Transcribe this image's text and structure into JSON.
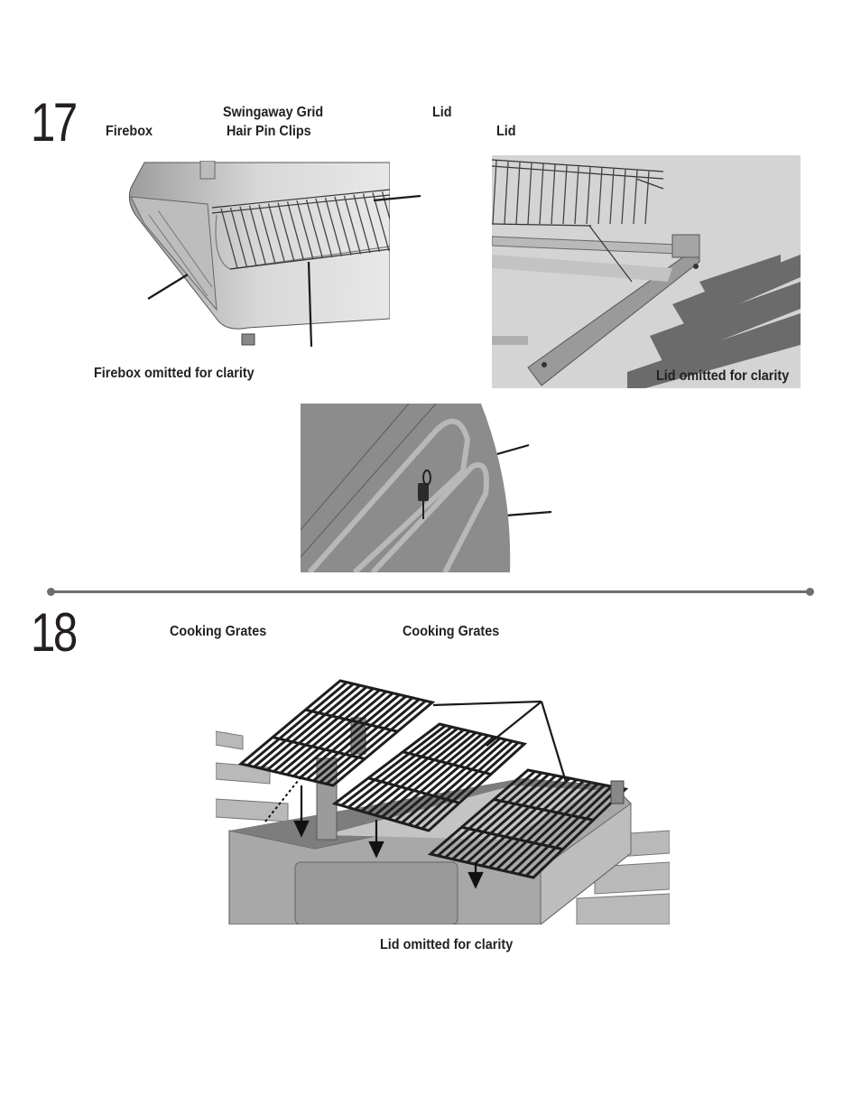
{
  "step17": {
    "number": "17",
    "labels": {
      "firebox": "Firebox",
      "swingaway_grid": "Swingaway Grid",
      "hair_pin_clips": "Hair Pin Clips",
      "lid_top": "Lid",
      "lid_second": "Lid"
    },
    "captions": {
      "firebox_omitted": "Firebox omitted for clarity",
      "lid_omitted": "Lid omitted for clarity"
    }
  },
  "step18": {
    "number": "18",
    "labels": {
      "cooking_grates_left": "Cooking Grates",
      "cooking_grates_right": "Cooking Grates"
    },
    "captions": {
      "lid_omitted": "Lid omitted for clarity"
    }
  },
  "colors": {
    "text": "#231f20",
    "divider": "#6d6e71",
    "metal_light": "#d9d9d9",
    "metal_mid": "#a9a9a9",
    "metal_dark": "#6f6f6f",
    "grate": "#1e1e1e"
  }
}
